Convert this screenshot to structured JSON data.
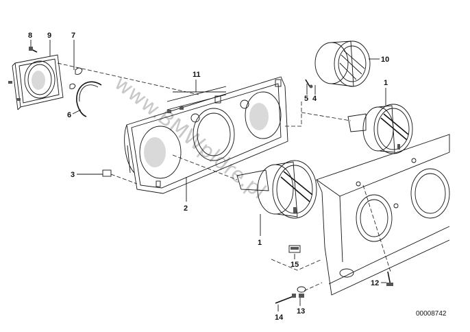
{
  "diagram": {
    "callouts": {
      "c8": "8",
      "c9": "9",
      "c7": "7",
      "c6": "6",
      "c11": "11",
      "c10": "10",
      "c5": "5",
      "c4": "4",
      "c1a": "1",
      "c1b": "1",
      "c3": "3",
      "c2": "2",
      "c15": "15",
      "c12": "12",
      "c13": "13",
      "c14": "14"
    },
    "watermark": "www.BMWpldre.pl",
    "reference": "00008742"
  }
}
